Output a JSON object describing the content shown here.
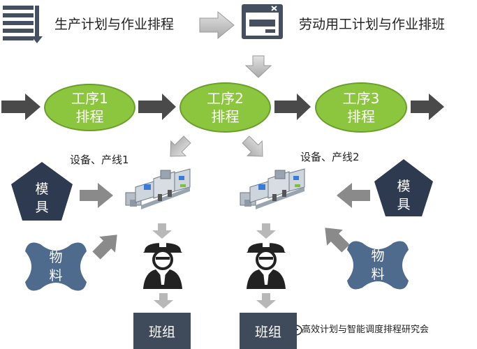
{
  "header": {
    "production_title": "生产计划与作业排程",
    "labor_title": "劳动用工计划与作业排班"
  },
  "processes": [
    {
      "line1": "工序1",
      "line2": "排程"
    },
    {
      "line1": "工序2",
      "line2": "排程"
    },
    {
      "line1": "工序3",
      "line2": "排程"
    }
  ],
  "equipment": {
    "line1_label": "设备、产线1",
    "line2_label": "设备、产线2"
  },
  "molds": {
    "left": {
      "line1": "模",
      "line2": "具"
    },
    "right": {
      "line1": "模",
      "line2": "具"
    }
  },
  "materials": {
    "left": {
      "line1": "物",
      "line2": "料"
    },
    "right": {
      "line1": "物",
      "line2": "料"
    }
  },
  "teams": {
    "left": "班组",
    "right": "班组"
  },
  "watermark": "高效计划与智能调度排程研究会",
  "colors": {
    "process_green": "#8cc63f",
    "dark_navy": "#2e3a4f",
    "slate_blue": "#4e6a8d",
    "arrow_dark": "#4a4a4a",
    "arrow_light": "#c4c4c4",
    "team_box": "#3f4a5b"
  },
  "icons": [
    "list-icon",
    "app-window-icon",
    "worker-icon",
    "production-line-icon",
    "wechat-icon"
  ]
}
